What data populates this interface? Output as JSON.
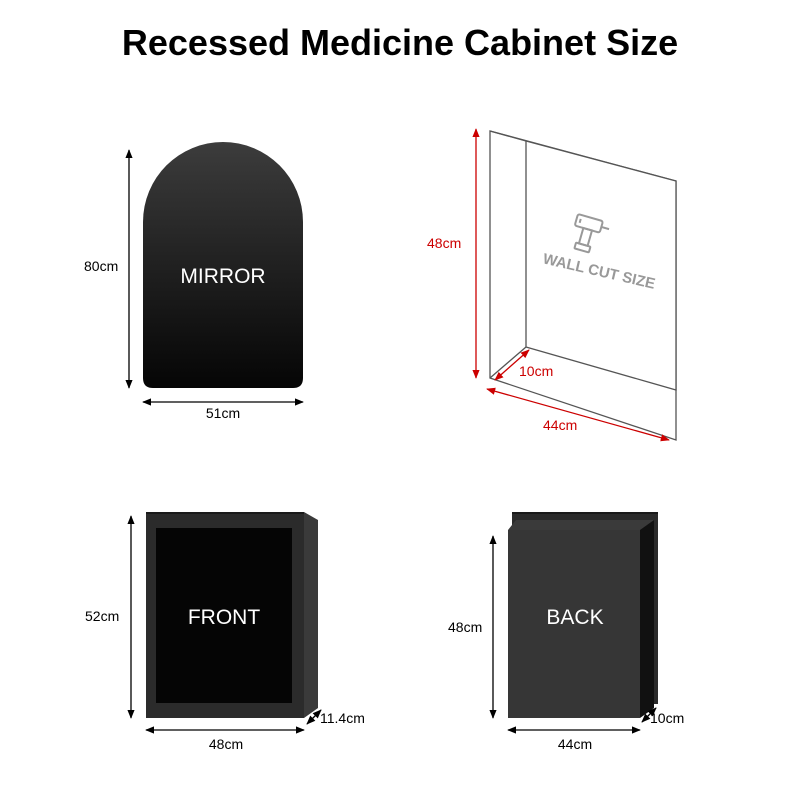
{
  "title": "Recessed Medicine Cabinet Size",
  "colors": {
    "background": "#ffffff",
    "panel_dark": "#0a0a0a",
    "panel_mid": "#2b2b2b",
    "panel_side": "#3a3a3a",
    "dimension_black": "#000000",
    "dimension_red": "#cc0000",
    "wall_gray": "#999999"
  },
  "mirror": {
    "label": "MIRROR",
    "height": "80cm",
    "width": "51cm"
  },
  "wall_cut": {
    "label": "WALL CUT SIZE",
    "icon": "drill-icon",
    "height": "48cm",
    "depth": "10cm",
    "width": "44cm"
  },
  "front": {
    "label": "FRONT",
    "height": "52cm",
    "width": "48cm",
    "depth": "11.4cm"
  },
  "back": {
    "label": "BACK",
    "height": "48cm",
    "width": "44cm",
    "depth": "10cm"
  }
}
